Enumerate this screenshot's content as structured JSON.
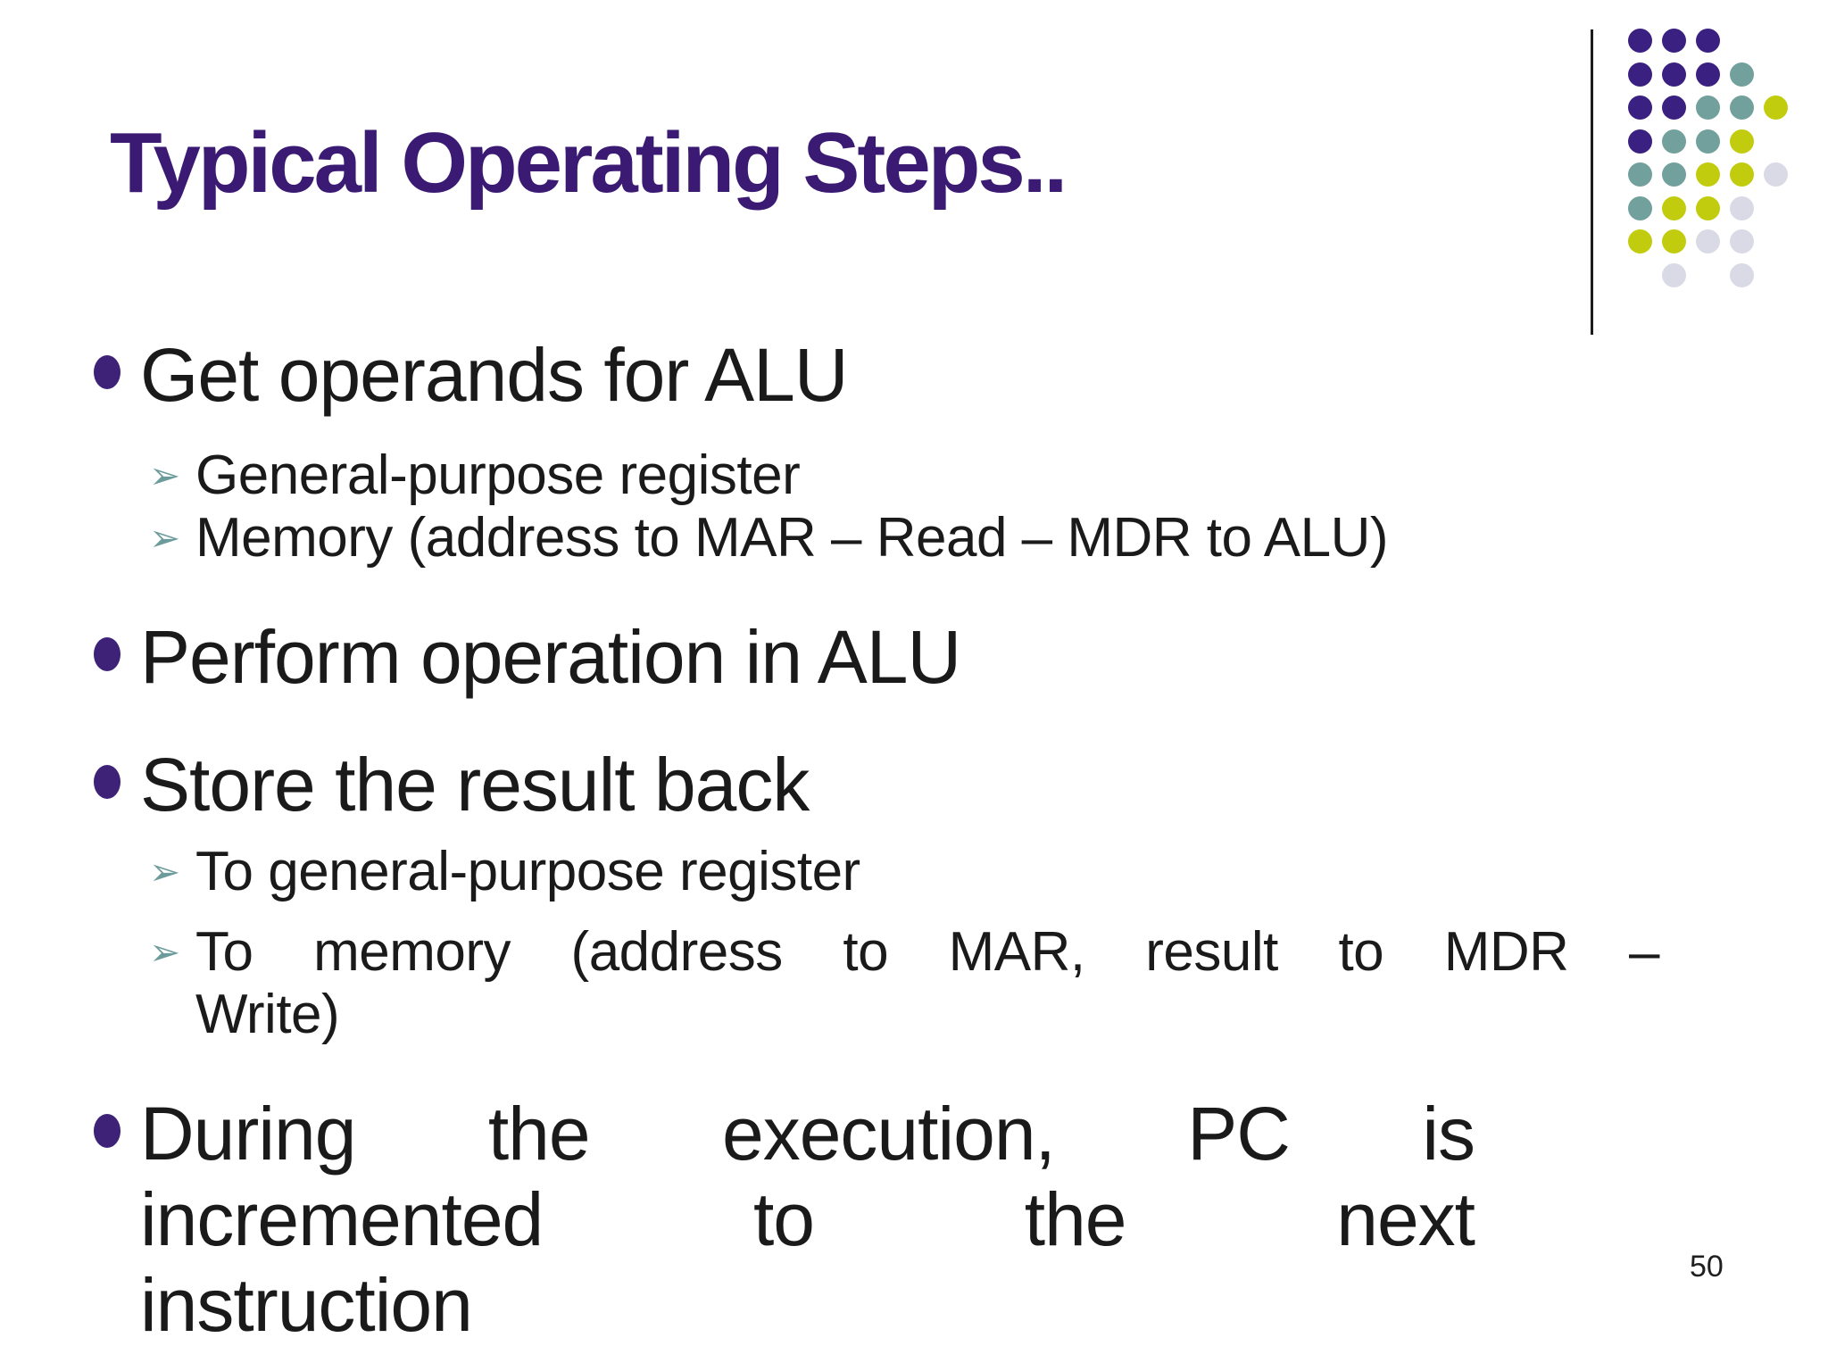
{
  "slide": {
    "title": "Typical Operating Steps..",
    "page_number": "50",
    "bullets": [
      {
        "level": 1,
        "lines": [
          "Get operands for ALU"
        ]
      },
      {
        "level": 2,
        "lines": [
          "General-purpose register"
        ]
      },
      {
        "level": 2,
        "lines": [
          "Memory (address to MAR – Read – MDR to ALU)"
        ]
      },
      {
        "level": 1,
        "lines": [
          "Perform operation in ALU"
        ]
      },
      {
        "level": 1,
        "lines": [
          "Store the result back"
        ]
      },
      {
        "level": 2,
        "lines": [
          "To general-purpose register"
        ]
      },
      {
        "level": 2,
        "justified": true,
        "lines": [
          "To memory (address to MAR, result to MDR –",
          "Write)"
        ]
      },
      {
        "level": 1,
        "justified": true,
        "lines": [
          "During the execution, PC is",
          "incremented to the next",
          "instruction"
        ]
      }
    ],
    "icons": {
      "sub_bullet": "arrowhead-3d-icon",
      "sub_bullet_glyph": "➢",
      "main_bullet": "ellipse-bullet-icon"
    },
    "colors": {
      "title": "#3b1a74",
      "body_text": "#1a1a1a",
      "main_bullet_dot": "#3d2277",
      "sub_arrow": "#6b9b9b",
      "divider_line": "#1c1c1c",
      "dot_purple": "#3a2080",
      "dot_teal": "#72a09c",
      "dot_yellow": "#c2cc0e",
      "dot_lavender": "#d9dae6"
    },
    "decoration": {
      "dot_rows": [
        "PPP",
        "PPPT",
        "PPTTY",
        "PTTY",
        "TTYYL",
        "TYYL",
        "YYLL",
        ".L.L"
      ],
      "dot_color_key": {
        "P": "dot_purple",
        "T": "dot_teal",
        "Y": "dot_yellow",
        "L": "dot_lavender"
      }
    }
  }
}
